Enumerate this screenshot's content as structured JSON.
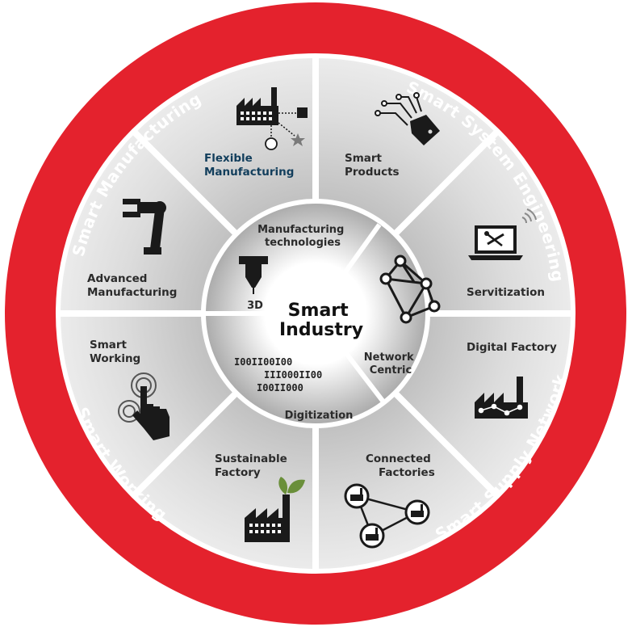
{
  "ring": {
    "top_left": "Smart Manufacturing",
    "top_right": "Smart System Engineering",
    "bottom_left": "Smart Working",
    "bottom_right": "Smart Supply Network"
  },
  "segments": {
    "flexible_manufacturing": [
      "Flexible",
      "Manufacturing"
    ],
    "smart_products": [
      "Smart",
      "Products"
    ],
    "servitization": [
      "Servitization"
    ],
    "digital_factory": [
      "Digital Factory"
    ],
    "connected_factories": [
      "Connected",
      "Factories"
    ],
    "sustainable_factory": [
      "Sustainable",
      "Factory"
    ],
    "smart_working": [
      "Smart",
      "Working"
    ],
    "advanced_manufacturing": [
      "Advanced",
      "Manufacturing"
    ]
  },
  "core": {
    "title": [
      "Smart",
      "Industry"
    ],
    "manufacturing_technologies": [
      "Manufacturing",
      "technologies"
    ],
    "three_d": "3D",
    "network_centric": [
      "Network",
      "Centric"
    ],
    "digitization": "Digitization",
    "binary": [
      "I00II00I00",
      "III000II00",
      "I00II000"
    ]
  },
  "colors": {
    "ring_red": "#e4222d",
    "segment_light": "#e2e2e2",
    "segment_dark": "#b7b7b7",
    "icon": "#1a1a1a",
    "accent_text": "#123e5c"
  }
}
